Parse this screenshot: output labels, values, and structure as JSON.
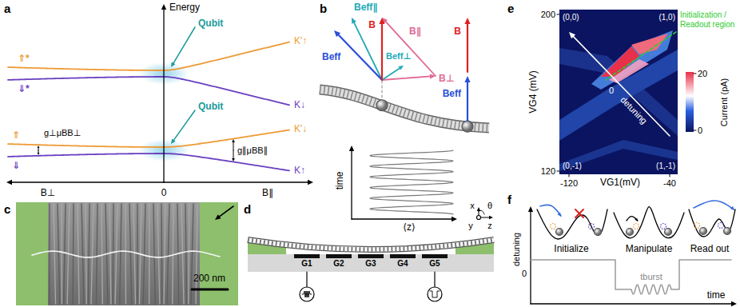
{
  "diagram": {
    "labels": [
      "a",
      "Energy",
      "Qubit",
      "Qubit",
      "K'↑",
      "K↓",
      "K'↓",
      "K↑",
      "⇑*",
      "⇓*",
      "⇑",
      "⇓",
      "g⊥μBB⊥",
      "g∥μBB∥",
      "B⊥",
      "0",
      "B∥",
      "b",
      "Beff∥",
      "B",
      "B∥",
      "B⊥",
      "Beff⊥",
      "Beff",
      "B",
      "Beff",
      "time",
      "⟨z⟩",
      "c",
      "200 nm",
      "d",
      "G1",
      "G2",
      "G3",
      "G4",
      "G5",
      "x",
      "y",
      "z",
      "θ",
      "e",
      "200",
      "VG4 (mV)",
      "120",
      "(0,0)",
      "(1,0)",
      "(0,-1)",
      "(1,-1)",
      "Initialization / Readout region",
      "0",
      "detuning",
      "-120",
      "VG1(mV)",
      "-40",
      "20",
      "Current (pA)",
      "0",
      "f",
      "Initialize",
      "Manipulate",
      "Read out",
      "detuning",
      "0",
      "time",
      "tburst"
    ]
  }
}
